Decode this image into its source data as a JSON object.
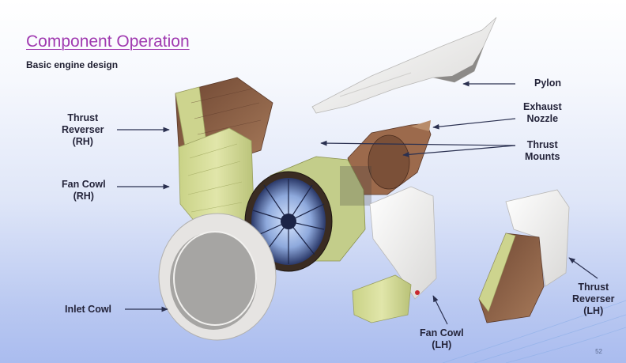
{
  "slide": {
    "title": "Component Operation",
    "subtitle": "Basic engine design",
    "page_number": "52"
  },
  "labels": {
    "pylon": "Pylon",
    "exhaust_nozzle_1": "Exhaust",
    "exhaust_nozzle_2": "Nozzle",
    "thrust_mounts_1": "Thrust",
    "thrust_mounts_2": "Mounts",
    "thrust_reverser_rh_1": "Thrust",
    "thrust_reverser_rh_2": "Reverser",
    "thrust_reverser_rh_3": "(RH)",
    "fan_cowl_rh_1": "Fan Cowl",
    "fan_cowl_rh_2": "(RH)",
    "inlet_cowl": "Inlet Cowl",
    "fan_cowl_lh_1": "Fan Cowl",
    "fan_cowl_lh_2": "(LH)",
    "thrust_reverser_lh_1": "Thrust",
    "thrust_reverser_lh_2": "Reverser",
    "thrust_reverser_lh_3": "(LH)"
  },
  "colors": {
    "title": "#a03ab0",
    "label_text": "#24243a",
    "cowl_green": "#d6dc9a",
    "liner_brown": "#8a5a3e",
    "panel_white": "#f1f0ee",
    "arrow": "#2a3050"
  }
}
